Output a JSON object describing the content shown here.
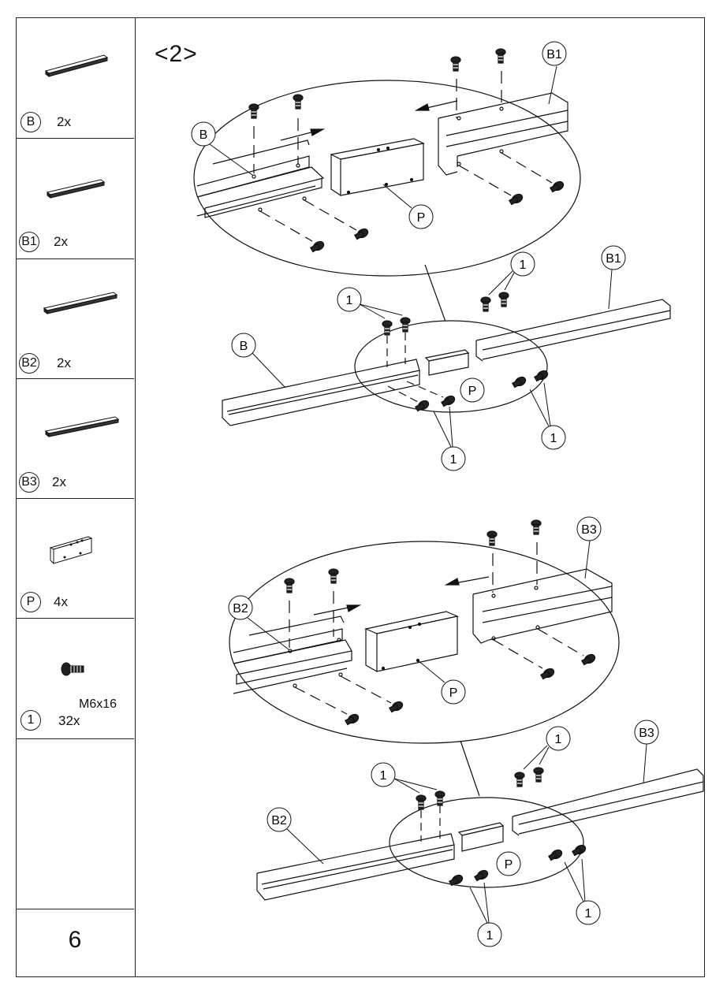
{
  "step_label": "<2>",
  "page_number": "6",
  "parts": [
    {
      "id": "B",
      "qty": "2x"
    },
    {
      "id": "B1",
      "qty": "2x"
    },
    {
      "id": "B2",
      "qty": "2x"
    },
    {
      "id": "B3",
      "qty": "2x"
    },
    {
      "id": "P",
      "qty": "4x"
    },
    {
      "id": "1",
      "qty": "32x",
      "spec": "M6x16"
    }
  ],
  "callouts": {
    "upper_zoom": {
      "left_rail": "B",
      "right_rail": "B1",
      "plate": "P"
    },
    "upper_assembly": {
      "left_rail": "B",
      "right_rail": "B1",
      "plate": "P",
      "screw_a": "1",
      "screw_b": "1",
      "screw_c": "1",
      "screw_d": "1"
    },
    "lower_zoom": {
      "left_rail": "B2",
      "right_rail": "B3",
      "plate": "P"
    },
    "lower_assembly": {
      "left_rail": "B2",
      "right_rail": "B3",
      "plate": "P",
      "screw_a": "1",
      "screw_b": "1",
      "screw_c": "1",
      "screw_d": "1"
    }
  }
}
